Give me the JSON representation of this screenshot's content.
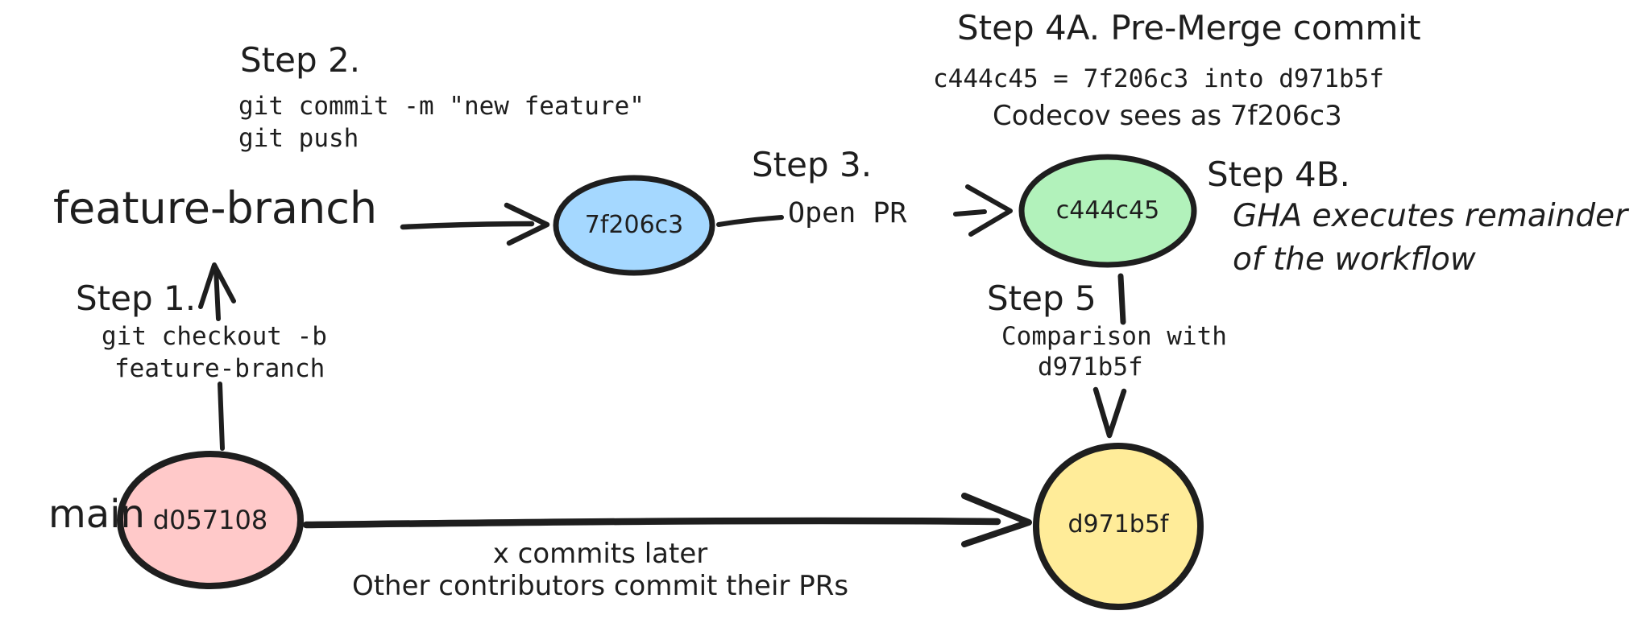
{
  "colors": {
    "background": "#ffffff",
    "stroke": "#1e1e1e",
    "feature_commit_fill": "#a5d8ff",
    "premerge_commit_fill": "#b2f2bb",
    "main_base_commit_fill": "#ffc9c9",
    "main_head_commit_fill": "#ffec99"
  },
  "branches": {
    "feature_label": "feature-branch",
    "main_label": "main"
  },
  "nodes": {
    "feature_commit": "7f206c3",
    "premerge_commit": "c444c45",
    "main_base_commit": "d057108",
    "main_head_commit": "d971b5f"
  },
  "steps": {
    "step1": {
      "title": "Step 1.",
      "line1": "git checkout -b",
      "line2": "feature-branch"
    },
    "step2": {
      "title": "Step 2.",
      "line1": "git commit -m \"new feature\"",
      "line2": "git push"
    },
    "step3": {
      "title": "Step 3.",
      "label": "Open PR"
    },
    "step4a": {
      "title": "Step 4A. Pre-Merge commit",
      "line1": "c444c45 = 7f206c3 into d971b5f",
      "line2": "Codecov sees as 7f206c3"
    },
    "step4b": {
      "title": "Step 4B.",
      "line1": "GHA executes remainder",
      "line2": "of the workflow"
    },
    "step5": {
      "title": "Step 5",
      "line1": "Comparison with",
      "line2": "d971b5f"
    }
  },
  "main_arrow": {
    "line1": "x commits later",
    "line2": "Other contributors commit their PRs"
  }
}
